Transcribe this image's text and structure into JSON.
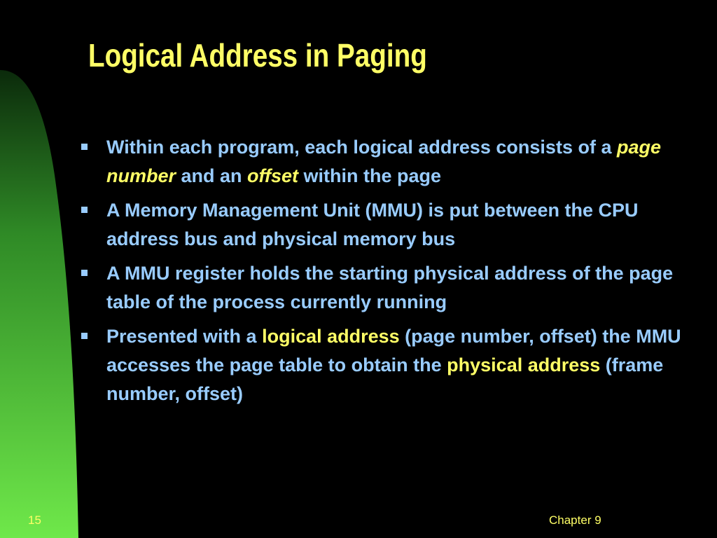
{
  "slide": {
    "title": "Logical Address in Paging",
    "bullets": [
      {
        "parts": [
          {
            "text": "Within each program, each logical address consists of a ",
            "style": "normal"
          },
          {
            "text": "page number",
            "style": "highlight-italic"
          },
          {
            "text": " and an ",
            "style": "normal"
          },
          {
            "text": "offset",
            "style": "highlight-italic"
          },
          {
            "text": " within the page",
            "style": "normal"
          }
        ]
      },
      {
        "parts": [
          {
            "text": "A Memory Management Unit (MMU) is put between the CPU address bus and physical memory bus",
            "style": "normal"
          }
        ]
      },
      {
        "parts": [
          {
            "text": "A MMU register holds the starting  physical address of the page table of the process currently running",
            "style": "normal"
          }
        ]
      },
      {
        "parts": [
          {
            "text": "Presented with a ",
            "style": "normal"
          },
          {
            "text": "logical address",
            "style": "highlight"
          },
          {
            "text": " (page number, offset) the MMU accesses the page table to obtain the ",
            "style": "normal"
          },
          {
            "text": "physical address",
            "style": "highlight"
          },
          {
            "text": " (frame number, offset)",
            "style": "normal"
          }
        ]
      }
    ],
    "footer": {
      "slide_number": "15",
      "chapter": "Chapter 9"
    }
  },
  "colors": {
    "background": "#000000",
    "title": "#ffff66",
    "body_text": "#99ccff",
    "highlight": "#ffff66",
    "band_dark": "#0b2a0b",
    "band_light": "#6fe84a"
  }
}
